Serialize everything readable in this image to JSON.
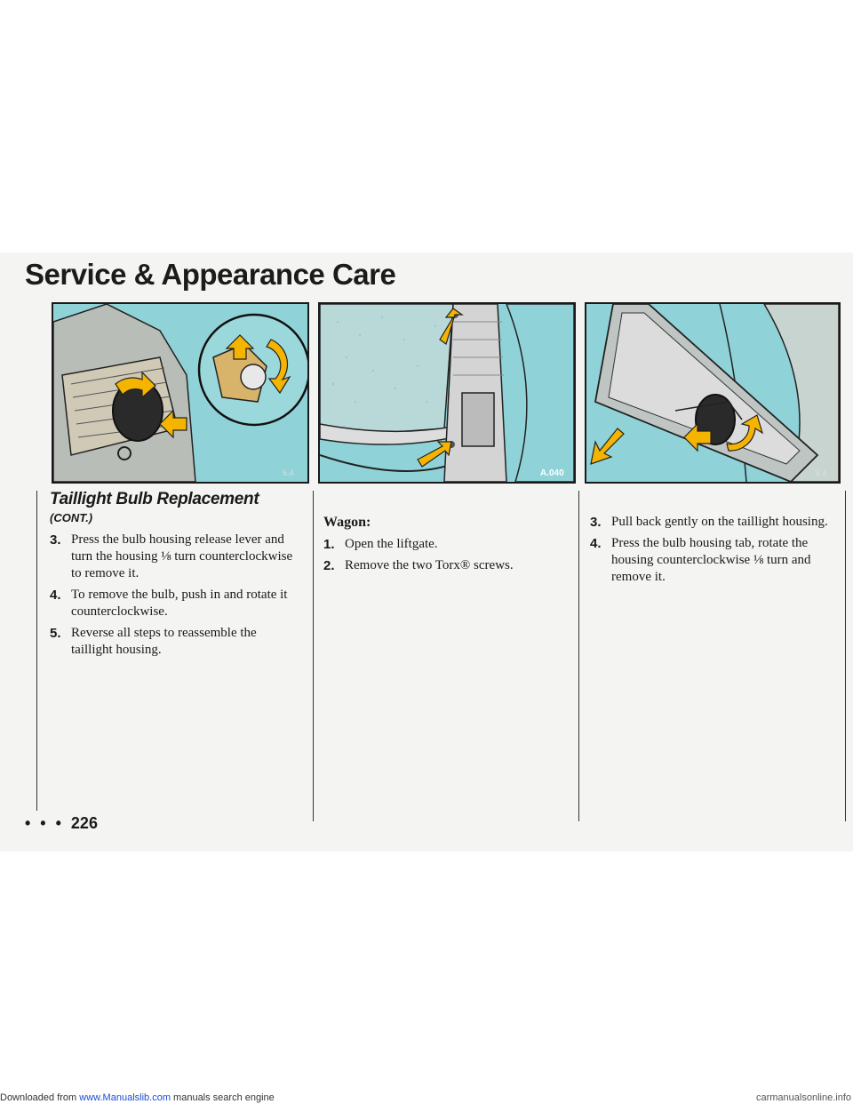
{
  "page": {
    "title": "Service & Appearance Care",
    "page_number": "226",
    "footer_dots": "• • •"
  },
  "figures": {
    "fig1_code": "6.4",
    "fig2_code": "A.040",
    "fig3_code": "6.4"
  },
  "left_column": {
    "heading": "Taillight Bulb Replacement",
    "cont": "(CONT.)",
    "steps": [
      {
        "num": "3.",
        "text": "Press the bulb housing release lever and turn the housing ⅛ turn counterclockwise to remove it."
      },
      {
        "num": "4.",
        "text": "To remove the bulb, push in and rotate it counterclockwise."
      },
      {
        "num": "5.",
        "text": "Reverse all steps to reassemble the taillight housing."
      }
    ]
  },
  "middle_column": {
    "subheading": "Wagon:",
    "steps": [
      {
        "num": "1.",
        "text": "Open the liftgate."
      },
      {
        "num": "2.",
        "text": "Remove the two Torx® screws."
      }
    ]
  },
  "right_column": {
    "steps": [
      {
        "num": "3.",
        "text": "Pull back gently on the taillight housing."
      },
      {
        "num": "4.",
        "text": "Press the bulb housing tab, rotate the housing counterclockwise ⅛ turn and remove it."
      }
    ]
  },
  "banner": {
    "prefix": "Downloaded from",
    "link": "www.Manualslib.com",
    "suffix": "manuals search engine",
    "watermark": "carmanualsonline.info"
  },
  "colors": {
    "illustration_bg": "#8fd3d8",
    "arrow": "#f5b400",
    "page_bg": "#f4f4f2"
  }
}
